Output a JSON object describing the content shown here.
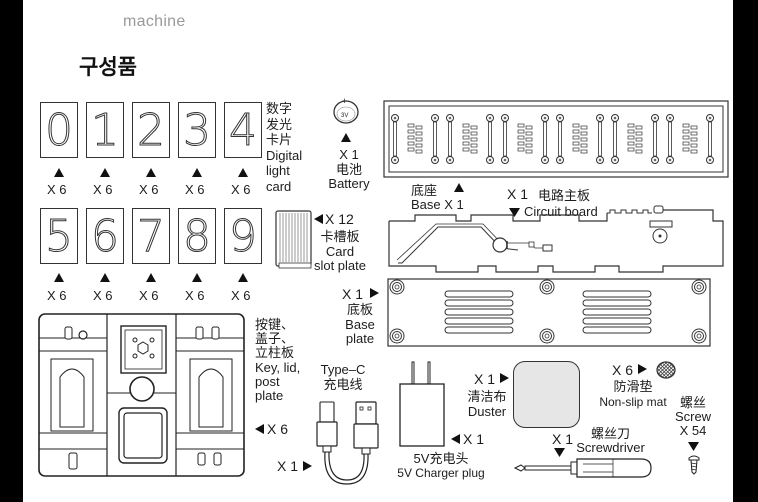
{
  "header": {
    "brand_fragment": "machine",
    "title": "구성품"
  },
  "digit_cards": {
    "digits": [
      "0",
      "1",
      "2",
      "3",
      "4",
      "5",
      "6",
      "7",
      "8",
      "9"
    ],
    "quantity_each": "X 6",
    "label_cn_line1": "数字",
    "label_cn_line2": "发光",
    "label_cn_line3": "卡片",
    "label_en_line1": "Digital",
    "label_en_line2": "light",
    "label_en_line3": "card"
  },
  "battery": {
    "cell_marking": "3V",
    "plus_sign": "+",
    "quantity": "X 1",
    "label_cn": "电池",
    "label_en": "Battery"
  },
  "base": {
    "label_cn": "底座",
    "label_en": "Base",
    "quantity": "X 1"
  },
  "circuit_board": {
    "quantity": "X 1",
    "label_cn": "电路主板",
    "label_en": "Circuit board"
  },
  "card_slot_plate": {
    "quantity": "X 12",
    "label_cn": "卡槽板",
    "label_en_line1": "Card",
    "label_en_line2": "slot plate"
  },
  "base_plate": {
    "quantity": "X 1",
    "label_cn": "底板",
    "label_en_line1": "Base",
    "label_en_line2": "plate"
  },
  "key_lid_post_plate": {
    "label_cn_line1": "按键、",
    "label_cn_line2": "盖子、",
    "label_cn_line3": "立柱板",
    "label_en_line1": "Key, lid,",
    "label_en_line2": "post",
    "label_en_line3": "plate",
    "quantity": "X 6"
  },
  "type_c_cable": {
    "label_en": "Type–C",
    "label_cn": "充电线",
    "quantity": "X 1"
  },
  "charger_plug": {
    "quantity": "X 1",
    "label_cn": "5V充电头",
    "label_en": "5V Charger plug"
  },
  "duster": {
    "quantity": "X 1",
    "label_cn": "清洁布",
    "label_en": "Duster",
    "fill_color": "#e6e6e6"
  },
  "non_slip_mat": {
    "quantity": "X 6",
    "label_cn": "防滑垫",
    "label_en": "Non-slip mat"
  },
  "screw": {
    "label_cn": "螺丝",
    "label_en": "Screw",
    "quantity": "X 54"
  },
  "screwdriver": {
    "quantity": "X 1",
    "label_cn": "螺丝刀",
    "label_en": "Screwdriver"
  }
}
